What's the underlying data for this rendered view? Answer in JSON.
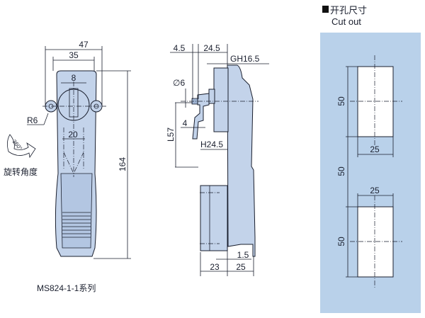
{
  "front_view": {
    "width_overall": "47",
    "width_body": "35",
    "key_width": "8",
    "radius": "R6",
    "inner_width": "20",
    "height": "164",
    "rotation_label": "旋转角度",
    "rotation_angle": "360°",
    "model": "MS824-1-1系列"
  },
  "side_view": {
    "d_4_5": "4.5",
    "d_24_5": "24.5",
    "gh": "GH16.5",
    "diameter": "∅6",
    "length": "L57",
    "d_4": "4",
    "h": "H24.5",
    "d_1_5": "1.5",
    "d_23": "23",
    "d_25": "25"
  },
  "cutout": {
    "title": "开孔尺寸",
    "subtitle": "Cut out",
    "h1": "50",
    "h2": "50",
    "h3": "50",
    "w1": "25",
    "w2": "25",
    "panel_color": "#b9d1ea"
  }
}
